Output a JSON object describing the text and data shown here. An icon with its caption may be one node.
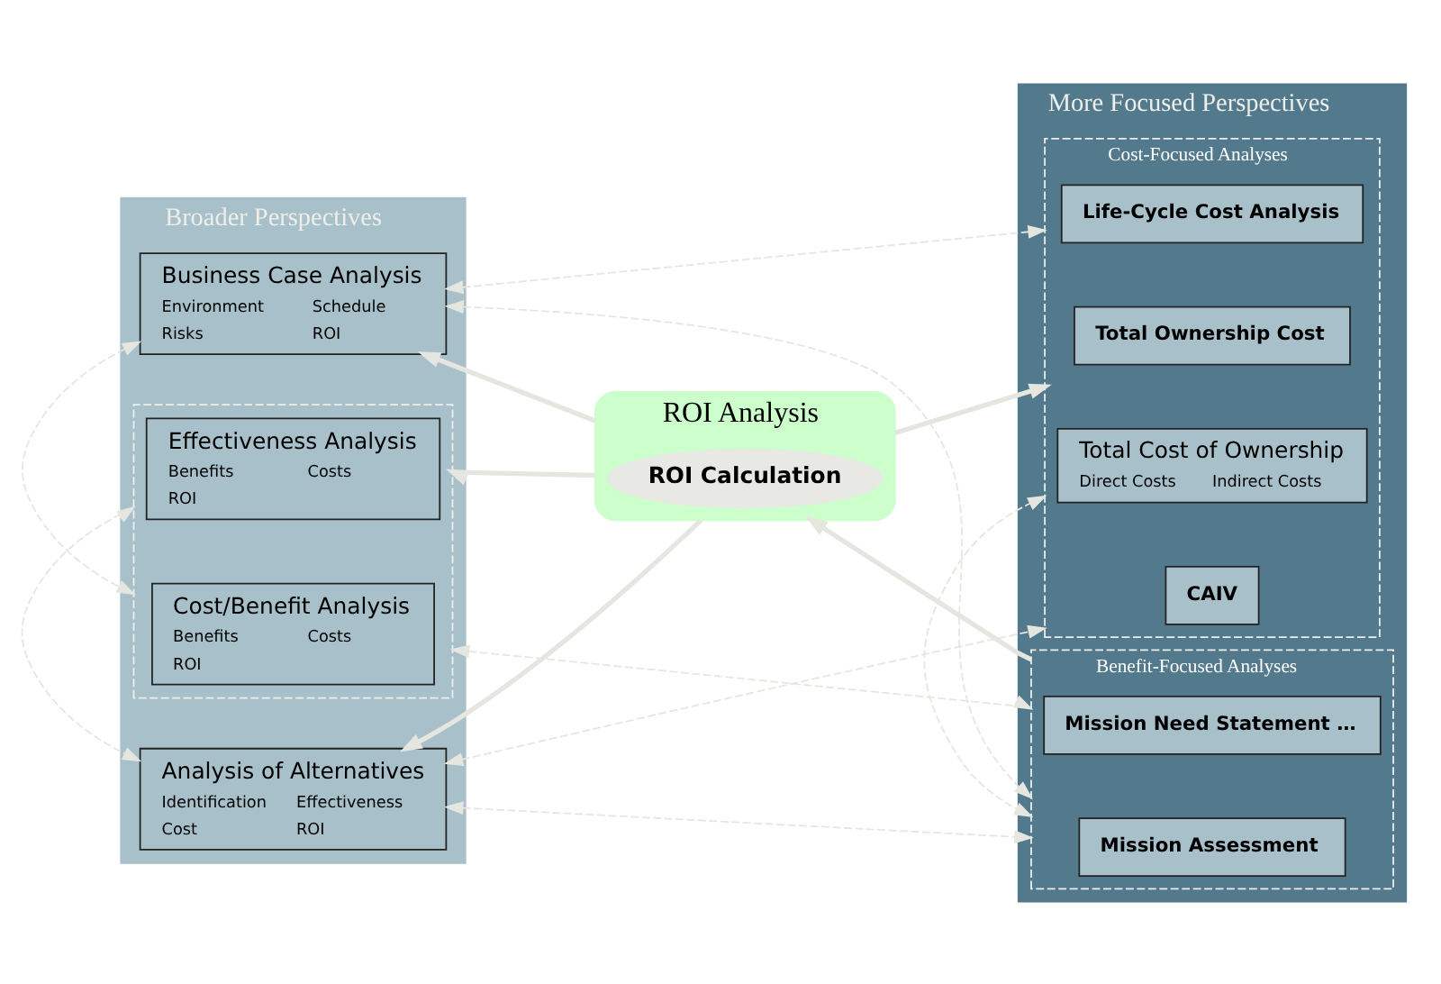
{
  "diagram": {
    "nodes": [
      {
        "text": [
          "Broader Perspectives"
        ]
      },
      {
        "text": [
          "Business Case Analysis",
          "Environment",
          "Schedule",
          "Risks",
          "ROI"
        ],
        "in": 0
      },
      {
        "text": [],
        "shape": "box",
        "in": 0
      },
      {
        "text": [
          "Cost/Benefit Analysis",
          "Benefits",
          "Costs",
          "ROI"
        ],
        "in": 2
      },
      {
        "text": [
          "Effectiveness Analysis",
          "Benefits",
          "Costs",
          "ROI"
        ],
        "in": 2
      },
      {
        "text": [
          "Analysis of Alternatives",
          "Identification",
          "Effectiveness",
          "Cost",
          "ROI"
        ],
        "in": 0
      },
      {
        "text": [
          "More Focused Perspectives"
        ]
      },
      {
        "text": [
          "ROI Analysis"
        ]
      },
      {
        "text": [
          "ROI Calculation"
        ],
        "in": 7
      },
      {
        "text": [
          "Cost-Focused Analyses"
        ],
        "in": 6
      },
      {
        "text": [
          "Life-Cycle Cost Analysis"
        ],
        "in": 9
      },
      {
        "text": [
          "CAIV"
        ],
        "in": 9
      },
      {
        "text": [
          "Total Ownership Cost"
        ],
        "in": 9
      },
      {
        "text": [
          "Total Cost of Ownership",
          "Direct Costs",
          "Indirect Costs"
        ],
        "in": 9
      },
      {
        "text": [
          "Benefit-Focused Analyses"
        ],
        "in": 6
      },
      {
        "text": [
          "Mission Assessment"
        ],
        "in": 14
      },
      {
        "text": [
          "Mission Need Statement …"
        ],
        "in": 14
      }
    ],
    "edges": [
      {
        "from": 1,
        "to": 9,
        "arrow": "both",
        "style": "dashed"
      },
      {
        "from": 7,
        "to": 1,
        "arrow": "to",
        "style": "thick"
      },
      {
        "from": 1,
        "to": 14,
        "arrow": "both",
        "style": "dashed"
      },
      {
        "from": 1,
        "to": 2,
        "arrow": "both",
        "style": "dashed"
      },
      {
        "from": 7,
        "to": 2,
        "arrow": "to",
        "style": "thick"
      },
      {
        "from": 2,
        "to": 14,
        "arrow": "both",
        "style": "dashed"
      },
      {
        "from": 2,
        "to": 5,
        "arrow": "both",
        "style": "dashed"
      },
      {
        "from": 7,
        "to": 5,
        "arrow": "to",
        "style": "thick"
      },
      {
        "from": 5,
        "to": 9,
        "arrow": "both",
        "style": "dashed"
      },
      {
        "from": 5,
        "to": 14,
        "arrow": "both",
        "style": "dashed"
      },
      {
        "from": 7,
        "to": 9,
        "arrow": "to",
        "style": "thick"
      },
      {
        "from": 14,
        "to": 7,
        "arrow": "to",
        "style": "thick"
      },
      {
        "from": 9,
        "to": 14,
        "arrow": "both",
        "style": "dashed"
      }
    ]
  }
}
